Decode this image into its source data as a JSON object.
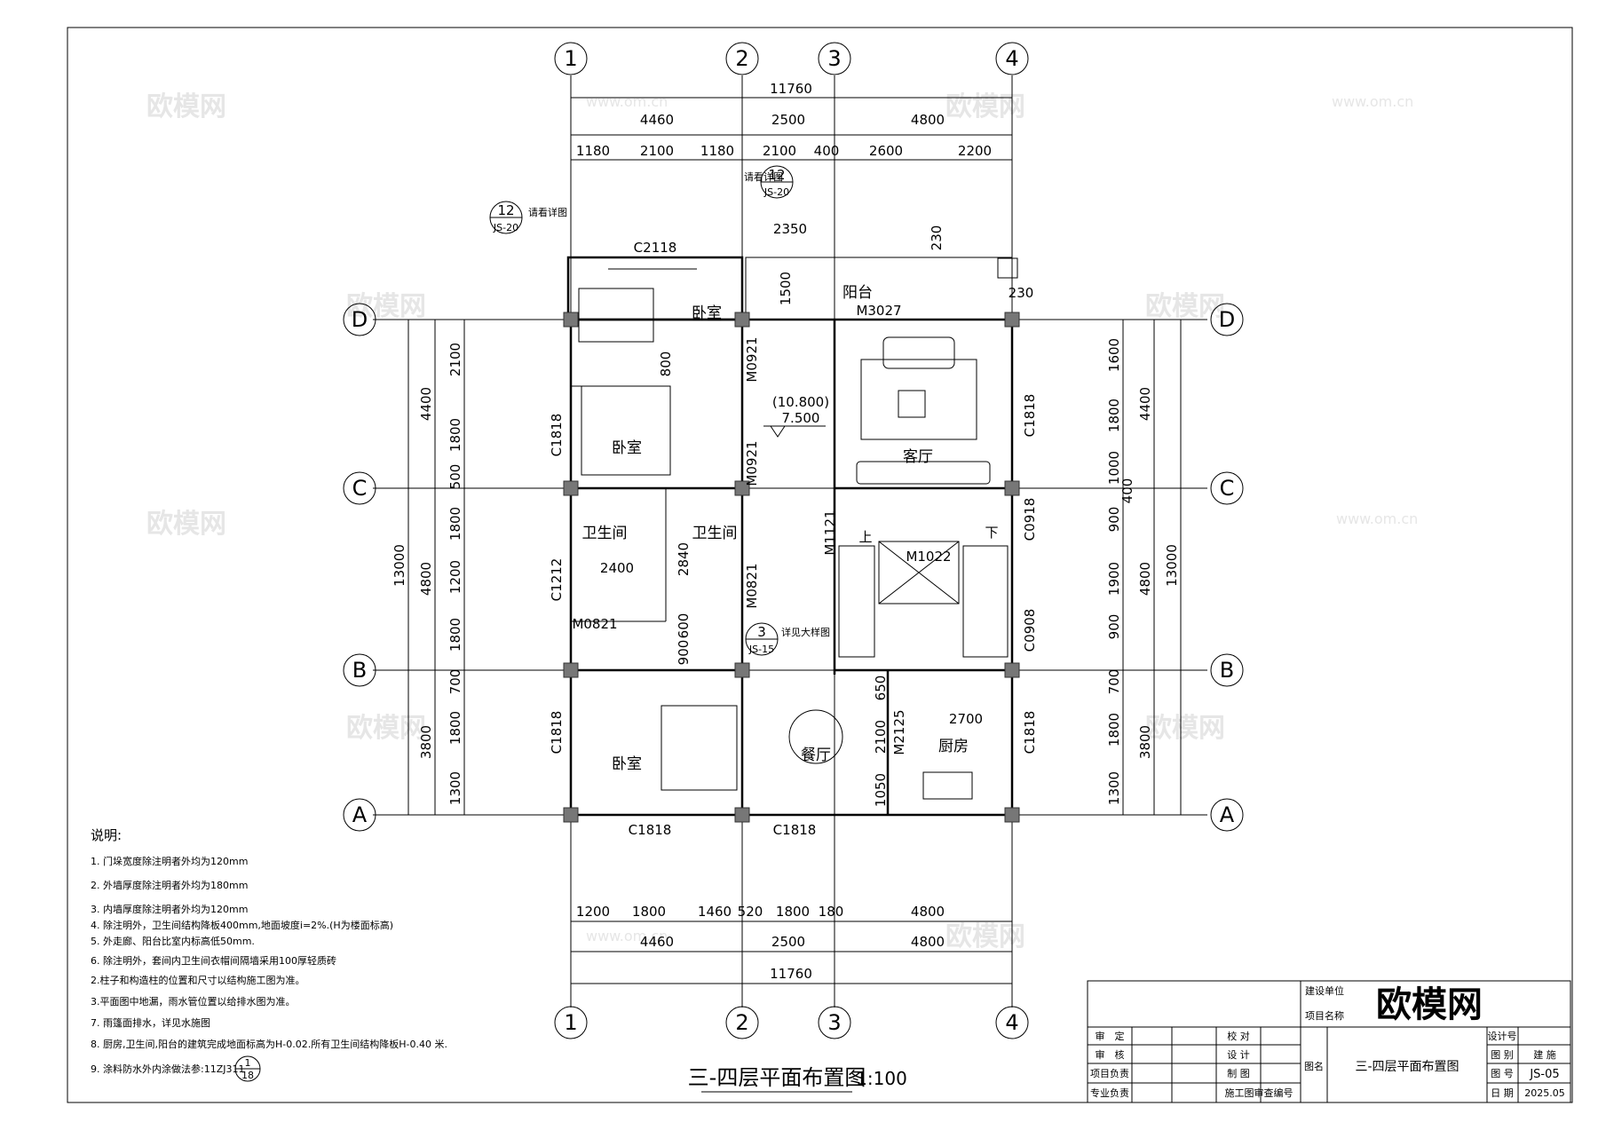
{
  "watermark": {
    "logo": "欧模网",
    "url": "www.om.cn"
  },
  "axes_vertical": [
    "1",
    "2",
    "3",
    "4"
  ],
  "axes_horizontal": [
    "A",
    "B",
    "C",
    "D"
  ],
  "dims_top": {
    "total": "11760",
    "mid": [
      "4460",
      "2500",
      "4800"
    ],
    "inner": [
      "1180",
      "2100",
      "1180",
      "2100",
      "400",
      "2600",
      "2200"
    ]
  },
  "dims_bottom": {
    "inner": [
      "1200",
      "1800",
      "1460",
      "520",
      "1800",
      "180",
      "4800"
    ],
    "mid": [
      "4460",
      "2500",
      "4800"
    ],
    "total": "11760"
  },
  "dims_left": {
    "total": "13000",
    "mid": [
      "4400",
      "4800",
      "3800"
    ],
    "inner": [
      "2100",
      "1800",
      "500",
      "1800",
      "1200",
      "1800",
      "700",
      "1800",
      "1300"
    ]
  },
  "dims_right": {
    "total": "13000",
    "mid": [
      "4400",
      "4800",
      "3800"
    ],
    "inner": [
      "1600",
      "1800",
      "1000",
      "900",
      "1900",
      "900",
      "700",
      "1800",
      "1300"
    ],
    "extra": "400"
  },
  "interior_dims": [
    "2350",
    "230",
    "1500",
    "230",
    "800",
    "2400",
    "2840",
    "600",
    "900",
    "650",
    "2100",
    "1050",
    "2700"
  ],
  "elevation": {
    "value1": "(10.800)",
    "value2": "7.500"
  },
  "rooms": {
    "balcony": "阳台",
    "bedroom1": "卧室",
    "bedroom2": "卧室",
    "bedroom3": "卧室",
    "bath1": "卫生间",
    "bath2": "卫生间",
    "living": "客厅",
    "dining": "餐厅",
    "kitchen": "厨房"
  },
  "openings": {
    "c2118": "C2118",
    "m3027": "M3027",
    "m0921a": "M0921",
    "m0921b": "M0921",
    "c1818_left1": "C1818",
    "c1212": "C1212",
    "m0821a": "M0821",
    "m0821b": "M0821",
    "c1818_left2": "C1818",
    "c1818_right1": "C1818",
    "m1121": "M1121",
    "m1022": "M1022",
    "c0918": "C0918",
    "c0908": "C0908",
    "m2125": "M2125",
    "c1818_right2": "C1818",
    "c1818_bot1": "C1818",
    "c1818_bot2": "C1818"
  },
  "stairs": {
    "up": "上",
    "down": "下"
  },
  "callouts": [
    {
      "num": "12",
      "sheet": "JS-20",
      "text": "请看详图"
    },
    {
      "num": "12",
      "sheet": "JS-20",
      "text": "请看详图"
    },
    {
      "num": "3",
      "sheet": "JS-15",
      "text": "详见大样图"
    }
  ],
  "notes": {
    "title": "说明:",
    "items": [
      "1. 门垛宽度除注明者外均为120mm",
      "2. 外墙厚度除注明者外均为180mm",
      "3. 内墙厚度除注明者外均为120mm",
      "4. 除注明外，卫生间结构降板400mm,地面坡度i=2%.(H为楼面标高)",
      "5. 外走廊、阳台比室内标高低50mm.",
      "6. 除注明外，套间内卫生间衣帽间隔墙采用100厚轻质砖",
      "2.柱子和构造柱的位置和尺寸以结构施工图为准。",
      "3.平面图中地漏，雨水管位置以给排水图为准。",
      "7. 雨篷面排水，详见水施图",
      "8. 厨房,卫生间,阳台的建筑完成地面标高为H-0.02.所有卫生间结构降板H-0.40 米.",
      "9. 涂料防水外内涂做法参:11ZJ311"
    ],
    "ref": {
      "num": "1",
      "sheet": "18"
    }
  },
  "drawing_title": {
    "name": "三-四层平面布置图",
    "scale": "1:100"
  },
  "title_block": {
    "logo": "欧模网",
    "unit_label": "建设单位",
    "project_label": "项目名称",
    "rows": [
      {
        "l1": "审　定",
        "l2": "校 对"
      },
      {
        "l1": "审　核",
        "l2": "设 计"
      },
      {
        "l1": "项目负责",
        "l2": "制 图"
      },
      {
        "l1": "专业负责",
        "l2": "施工图审查编号"
      }
    ],
    "drawing_name_label": "图名",
    "drawing_name": "三-四层平面布置图",
    "design_no_label": "设计号",
    "category_label": "图 别",
    "category": "建 施",
    "sheet_label": "图 号",
    "sheet": "JS-05",
    "date_label": "日 期",
    "date": "2025.05"
  }
}
